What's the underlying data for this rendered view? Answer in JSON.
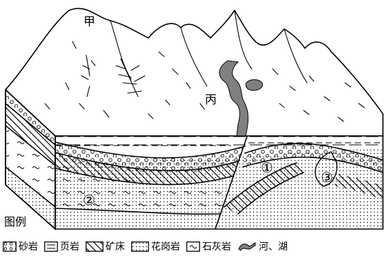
{
  "labels": {
    "jia": "甲",
    "bing": "丙",
    "num1": "①",
    "num2": "②",
    "num3": "③"
  },
  "legend": {
    "title": "图例",
    "items": [
      {
        "id": "sandstone",
        "label": "砂岩"
      },
      {
        "id": "shale",
        "label": "页岩"
      },
      {
        "id": "ore",
        "label": "矿床"
      },
      {
        "id": "granite",
        "label": "花岗岩"
      },
      {
        "id": "limestone",
        "label": "石灰岩"
      },
      {
        "id": "river",
        "label": "河、湖"
      }
    ]
  },
  "colors": {
    "line": "#000000",
    "river": "#808080",
    "background": "#ffffff"
  }
}
